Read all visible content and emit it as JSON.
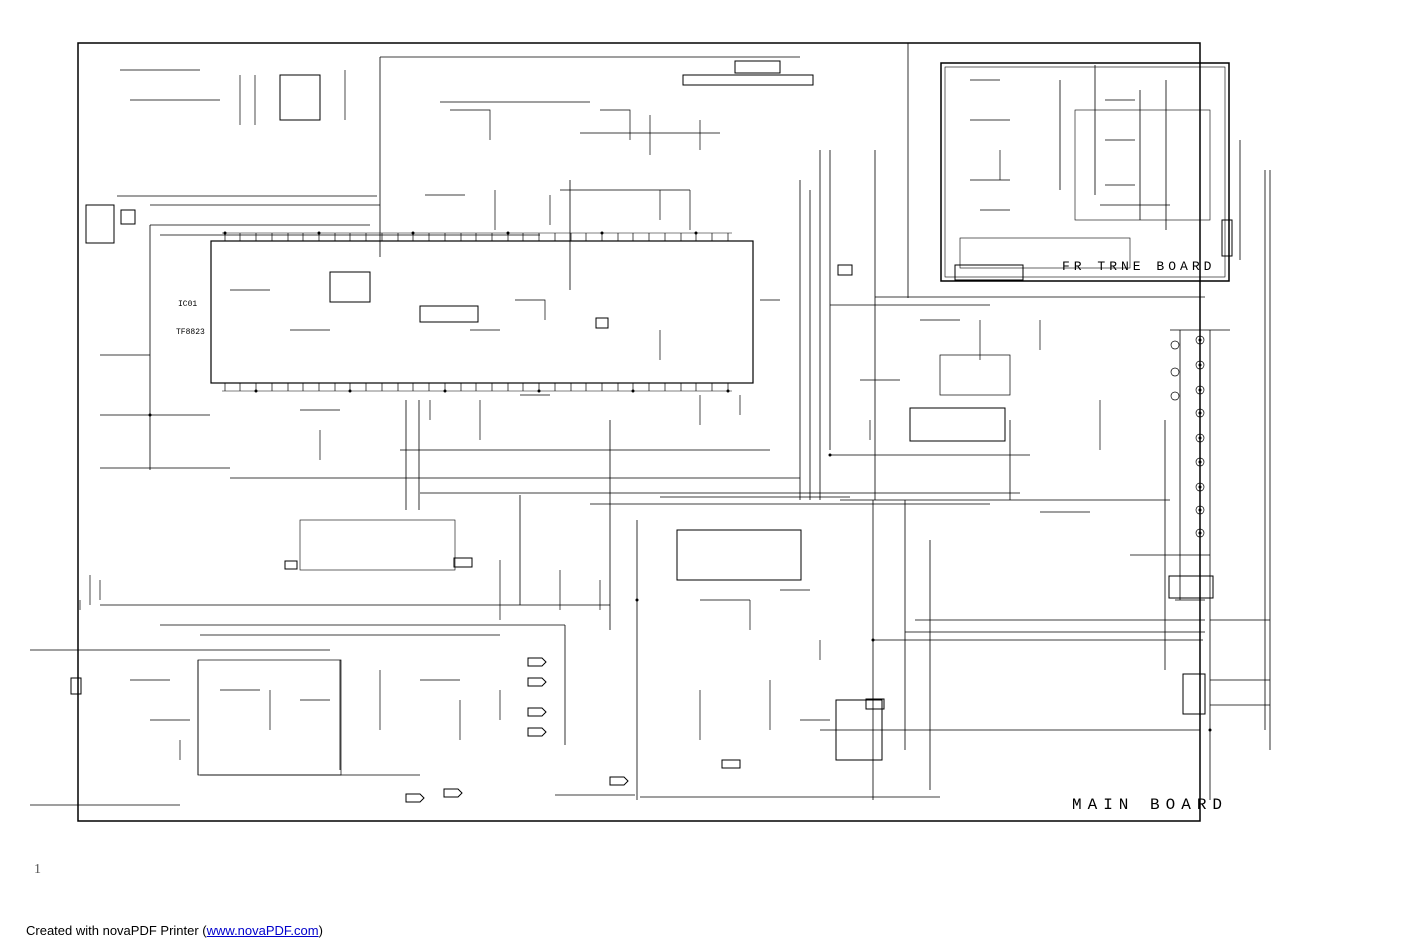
{
  "boards": {
    "main_label": "MAIN BOARD",
    "front_label": "FR  TRNE  BOARD"
  },
  "chips": {
    "main_ic_ref": "IC01",
    "main_ic_part": "TF8823"
  },
  "page_marker": "1",
  "footer": {
    "prefix": "Created with novaPDF Printer (",
    "link_text": "www.novaPDF.com",
    "suffix": ")"
  }
}
